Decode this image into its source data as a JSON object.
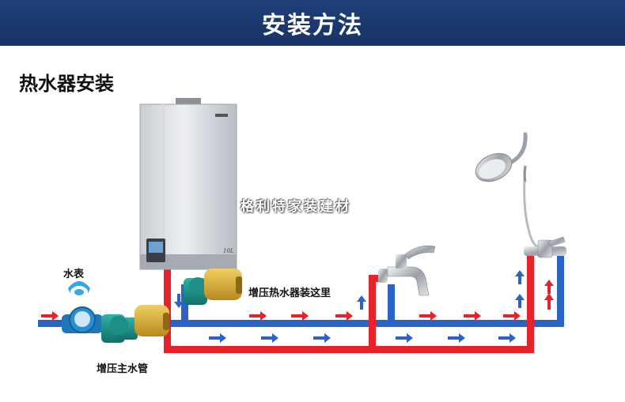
{
  "banner": {
    "title": "安装方法"
  },
  "section": {
    "title": "热水器安装"
  },
  "watermark": {
    "text": "格利特家装建材"
  },
  "labels": {
    "meter": "水表",
    "main_pump": "增压主水管",
    "booster": "增压热水器装这里"
  },
  "heater": {
    "capacity": "10L"
  },
  "colors": {
    "hot": "#e8222a",
    "cold": "#2a63c6",
    "banner": "#1c3a72"
  },
  "icons": [
    "water-heater-icon",
    "water-meter-icon",
    "booster-pump-icon",
    "faucet-icon",
    "shower-icon",
    "mixer-valve-icon"
  ]
}
